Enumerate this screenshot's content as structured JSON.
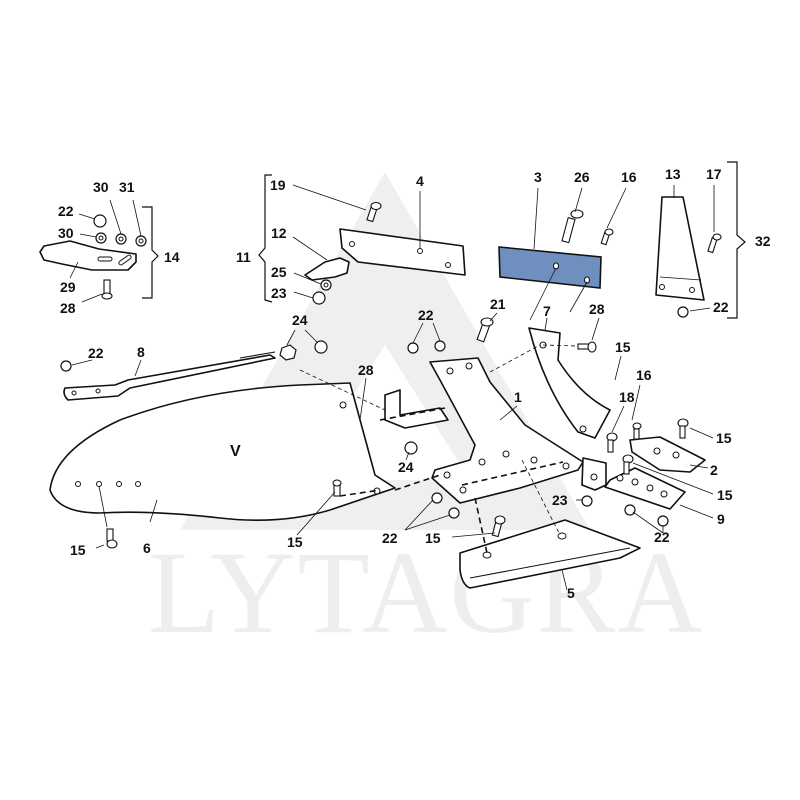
{
  "diagram": {
    "title_marker": "V",
    "watermark": {
      "text": "LYTAGRA",
      "color": "#eeeeee"
    },
    "highlight_color": "#6f8fbf",
    "highlighted_part": "3",
    "groups": [
      {
        "id": "14",
        "label": "14",
        "members": [
          "22",
          "30",
          "31",
          "29",
          "28"
        ]
      },
      {
        "id": "11",
        "label": "11",
        "members": [
          "19",
          "12",
          "25",
          "23"
        ]
      },
      {
        "id": "32",
        "label": "32",
        "members": [
          "13",
          "17",
          "22"
        ]
      }
    ],
    "callouts": {
      "c30a": "30",
      "c31": "31",
      "c22a": "22",
      "c30b": "30",
      "c14": "14",
      "c29": "29",
      "c28a": "28",
      "c19": "19",
      "c4": "4",
      "c12": "12",
      "c11": "11",
      "c25": "25",
      "c23a": "23",
      "c3": "3",
      "c26": "26",
      "c16a": "16",
      "c13": "13",
      "c17": "17",
      "c32": "32",
      "c22b": "22",
      "c21": "21",
      "c7": "7",
      "c28b": "28",
      "c22c": "22",
      "c24a": "24",
      "c22d": "22",
      "c8": "8",
      "c28c": "28",
      "c15a": "15",
      "c16b": "16",
      "c18": "18",
      "c1": "1",
      "c15b": "15",
      "c2": "2",
      "c15c": "15",
      "c23b": "23",
      "c9": "9",
      "c24b": "24",
      "c22e": "22",
      "c15d": "15",
      "c22f": "22",
      "c15e": "15",
      "c15f": "15",
      "c6": "6",
      "c5": "5"
    }
  }
}
